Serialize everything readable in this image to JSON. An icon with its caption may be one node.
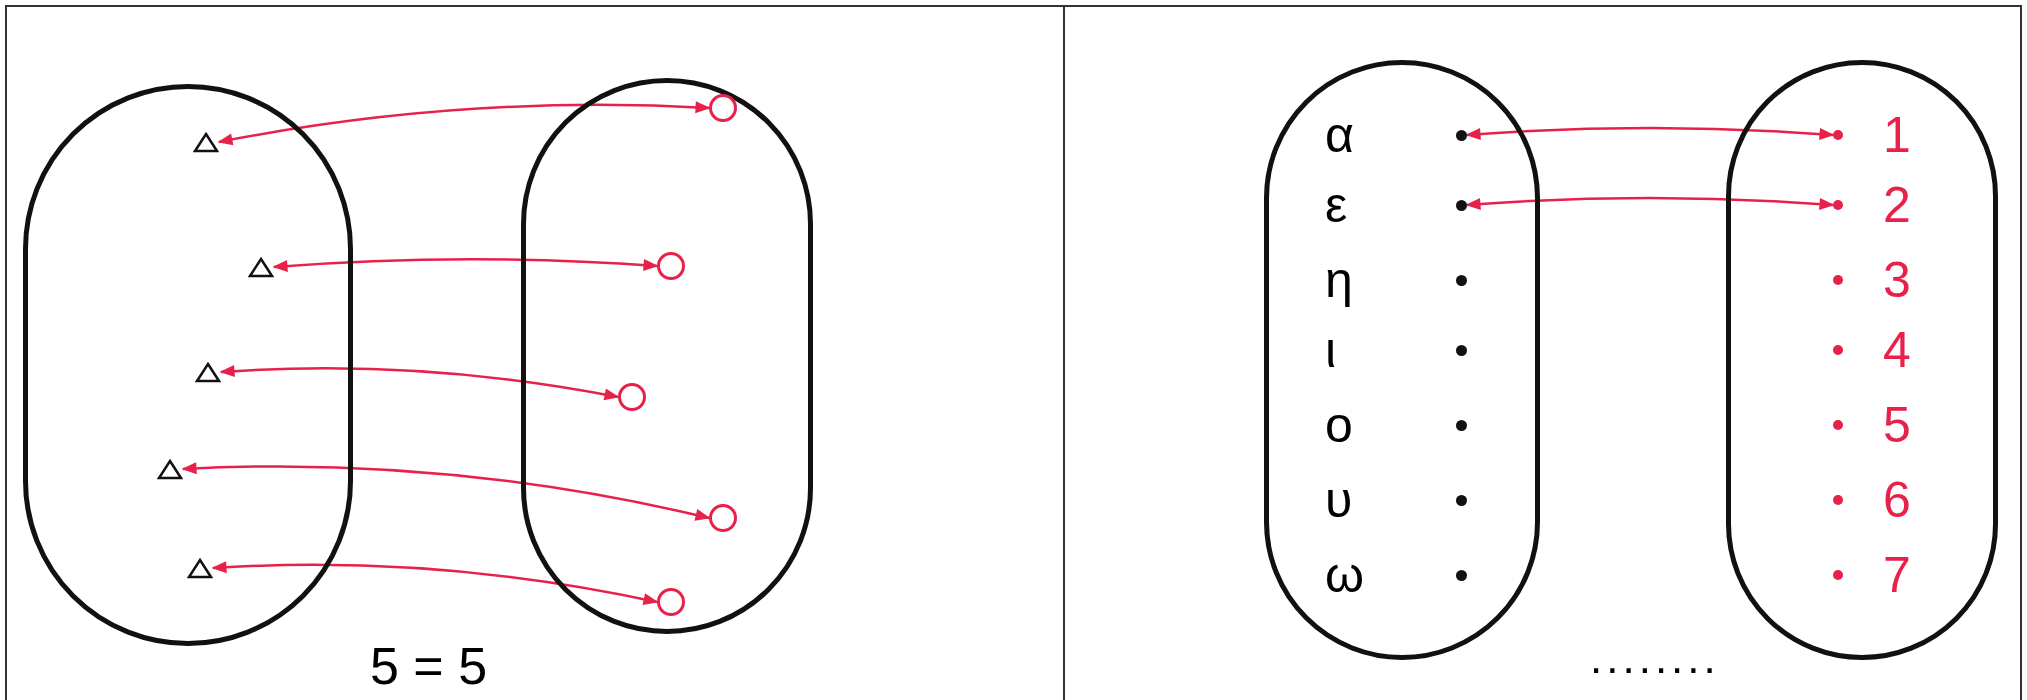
{
  "diagram": {
    "nodes": [
      {
        "text": [],
        "shape": "oval"
      },
      {
        "text": [],
        "shape": "triangle",
        "in": 0
      },
      {
        "text": [],
        "shape": "triangle",
        "in": 0
      },
      {
        "text": [],
        "shape": "triangle",
        "in": 0
      },
      {
        "text": [],
        "shape": "triangle",
        "in": 0
      },
      {
        "text": [],
        "shape": "triangle",
        "in": 0
      },
      {
        "text": [],
        "shape": "oval"
      },
      {
        "text": [],
        "shape": "circle",
        "in": 6
      },
      {
        "text": [],
        "shape": "circle",
        "in": 6
      },
      {
        "text": [],
        "shape": "circle",
        "in": 6
      },
      {
        "text": [],
        "shape": "circle",
        "in": 6
      },
      {
        "text": [],
        "shape": "circle",
        "in": 6
      },
      {
        "text": [],
        "shape": "oval"
      },
      {
        "text": [
          "α"
        ],
        "in": 12
      },
      {
        "text": [
          "ε"
        ],
        "in": 12
      },
      {
        "text": [
          "η"
        ],
        "in": 12
      },
      {
        "text": [
          "ι"
        ],
        "in": 12
      },
      {
        "text": [
          "ο"
        ],
        "in": 12
      },
      {
        "text": [
          "υ"
        ],
        "in": 12
      },
      {
        "text": [
          "ω"
        ],
        "in": 12
      },
      {
        "text": [],
        "shape": "oval"
      },
      {
        "text": [
          "1"
        ],
        "in": 20
      },
      {
        "text": [
          "2"
        ],
        "in": 20
      },
      {
        "text": [
          "3"
        ],
        "in": 20
      },
      {
        "text": [
          "4"
        ],
        "in": 20
      },
      {
        "text": [
          "5"
        ],
        "in": 20
      },
      {
        "text": [
          "6"
        ],
        "in": 20
      },
      {
        "text": [
          "7"
        ],
        "in": 20
      }
    ],
    "edges": [
      {
        "from": 1,
        "to": 7,
        "arrow": "both"
      },
      {
        "from": 2,
        "to": 8,
        "arrow": "both"
      },
      {
        "from": 3,
        "to": 9,
        "arrow": "both"
      },
      {
        "from": 4,
        "to": 10,
        "arrow": "both"
      },
      {
        "from": 5,
        "to": 11,
        "arrow": "both"
      },
      {
        "from": 13,
        "to": 21,
        "arrow": "both"
      },
      {
        "from": 14,
        "to": 22,
        "arrow": "both"
      }
    ],
    "labels": [
      "5 = 5",
      "........"
    ]
  }
}
